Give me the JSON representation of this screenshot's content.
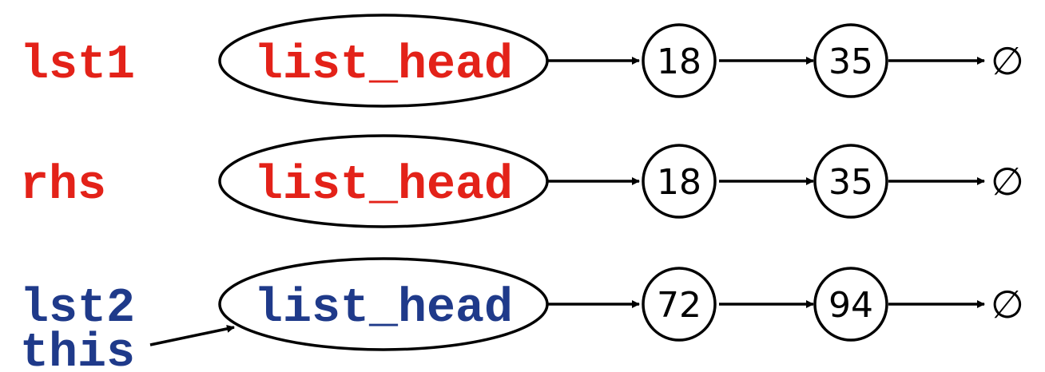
{
  "colors": {
    "red": "#e32219",
    "blue": "#1f3a8a",
    "black": "#000000"
  },
  "rows": [
    {
      "variable": "lst1",
      "variable_color": "#e32219",
      "head": "list_head",
      "head_color": "#e32219",
      "nodes": [
        "18",
        "35"
      ],
      "terminator": "∅"
    },
    {
      "variable": "rhs",
      "variable_color": "#e32219",
      "head": "list_head",
      "head_color": "#e32219",
      "nodes": [
        "18",
        "35"
      ],
      "terminator": "∅"
    },
    {
      "variable": "lst2",
      "variable_color": "#1f3a8a",
      "head": "list_head",
      "head_color": "#1f3a8a",
      "nodes": [
        "72",
        "94"
      ],
      "terminator": "∅"
    }
  ],
  "pointer": {
    "label": "this",
    "label_color": "#1f3a8a",
    "target": "lst2 list_head"
  }
}
